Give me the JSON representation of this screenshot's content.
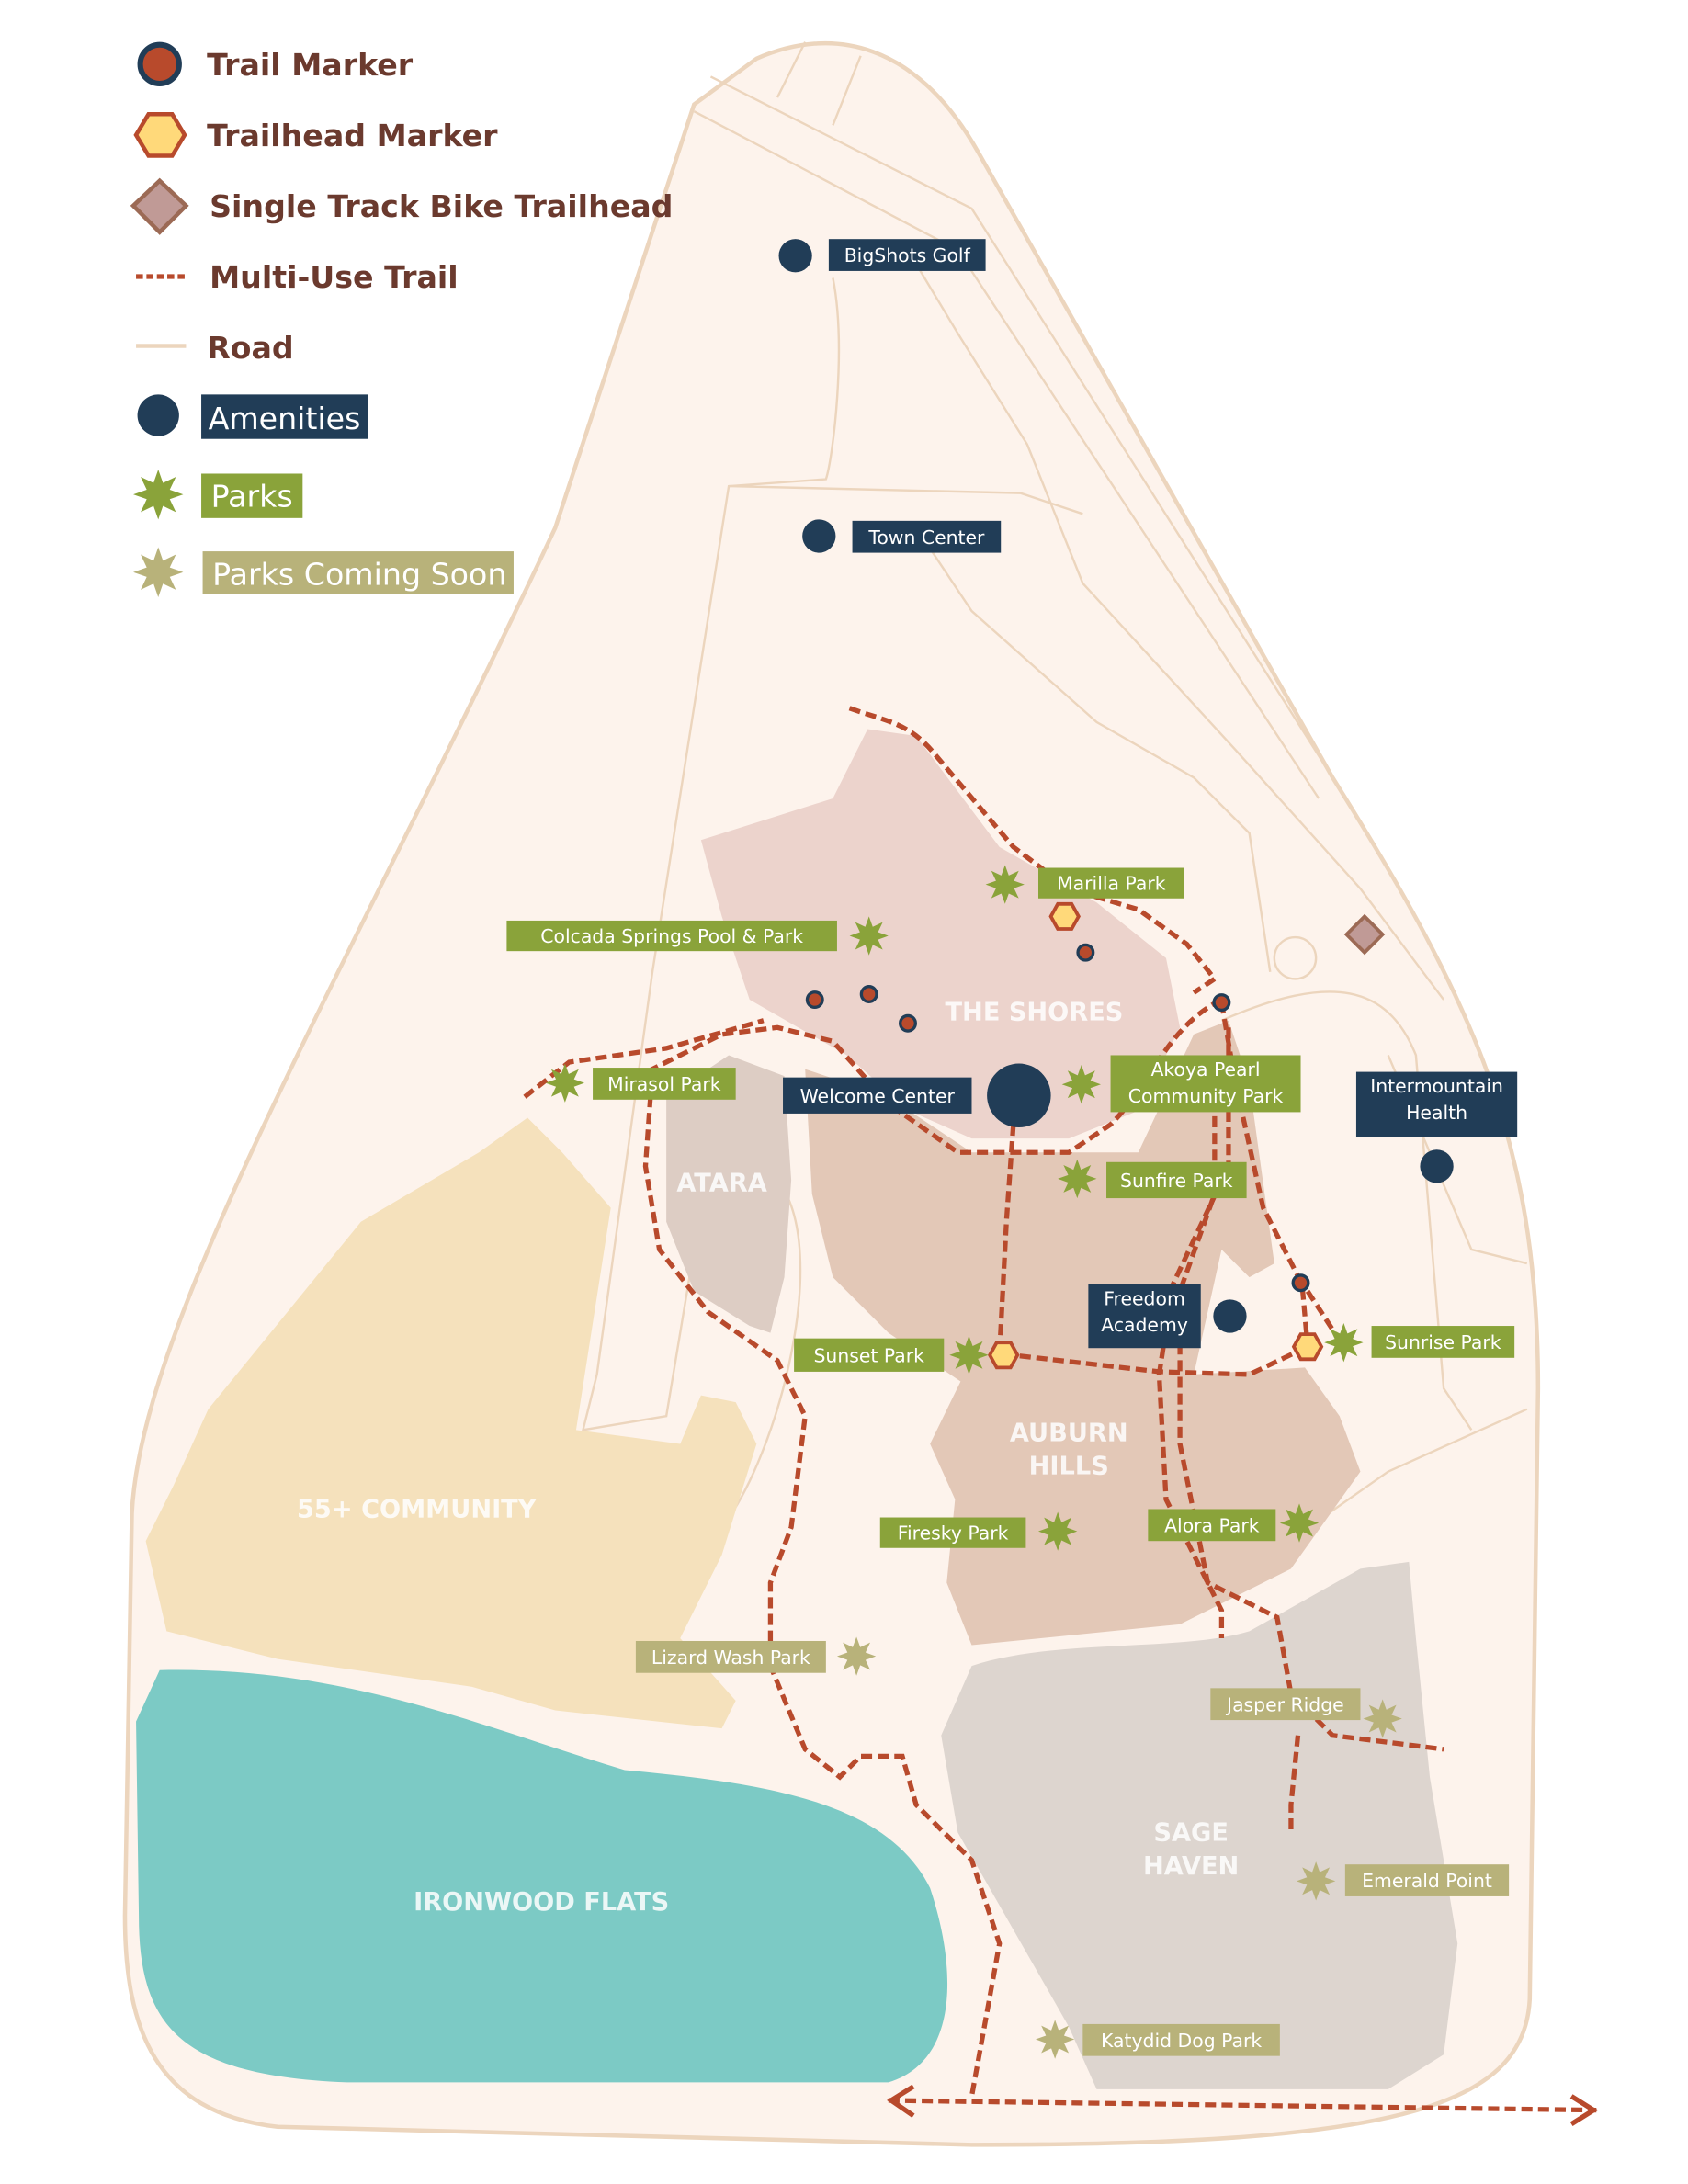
{
  "legend": {
    "trail_marker": "Trail Marker",
    "trailhead_marker": "Trailhead Marker",
    "bike_trailhead": "Single Track Bike Trailhead",
    "multi_use_trail": "Multi-Use Trail",
    "road": "Road",
    "amenities": "Amenities",
    "parks": "Parks",
    "parks_coming_soon": "Parks Coming Soon"
  },
  "areas": {
    "the_shores": "THE SHORES",
    "atara": "ATARA",
    "auburn_hills_1": "AUBURN",
    "auburn_hills_2": "HILLS",
    "community_55": "55+ COMMUNITY",
    "ironwood_flats": "IRONWOOD FLATS",
    "sage_haven_1": "SAGE",
    "sage_haven_2": "HAVEN"
  },
  "amenities": {
    "bigshots_golf": "BigShots Golf",
    "town_center": "Town Center",
    "welcome_center": "Welcome Center",
    "intermountain_1": "Intermountain",
    "intermountain_2": "Health",
    "freedom_1": "Freedom",
    "freedom_2": "Academy"
  },
  "parks": {
    "marilla": "Marilla Park",
    "colcada": "Colcada Springs Pool & Park",
    "mirasol": "Mirasol Park",
    "akoya_1": "Akoya Pearl",
    "akoya_2": "Community Park",
    "sunfire": "Sunfire Park",
    "sunset": "Sunset Park",
    "sunrise": "Sunrise Park",
    "firesky": "Firesky Park",
    "alora": "Alora Park"
  },
  "parks_coming_soon": {
    "lizard_wash": "Lizard Wash Park",
    "jasper_ridge": "Jasper Ridge",
    "emerald_point": "Emerald Point",
    "katydid": "Katydid Dog Park"
  },
  "colors": {
    "amenity": "#213d57",
    "park": "#8aa33a",
    "park_soon": "#b8b27a",
    "trail": "#b84a2c",
    "trailhead_fill": "#ffd97a",
    "bike_fill": "#c09a96",
    "road": "#ecd5bd"
  }
}
